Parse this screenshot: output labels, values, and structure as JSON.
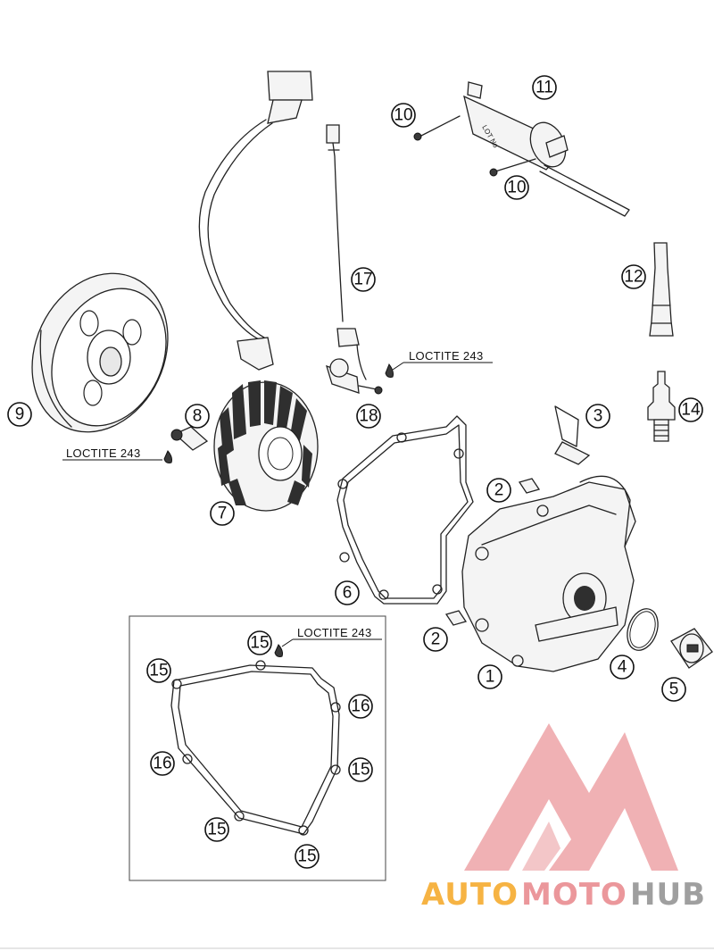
{
  "callouts": [
    "1",
    "2",
    "3",
    "4",
    "5",
    "6",
    "7",
    "8",
    "9",
    "10",
    "11",
    "12",
    "14",
    "15",
    "16",
    "17",
    "18"
  ],
  "notes": {
    "loctite": "LOCTITE 243"
  },
  "coil_label": "LOT No",
  "watermark": {
    "part1": "AUTO",
    "part2": "MOTO",
    "part3": "HUB",
    "color_orange": "#f5a623",
    "color_pink": "#e8868a",
    "color_gray": "#8f8f8f"
  }
}
